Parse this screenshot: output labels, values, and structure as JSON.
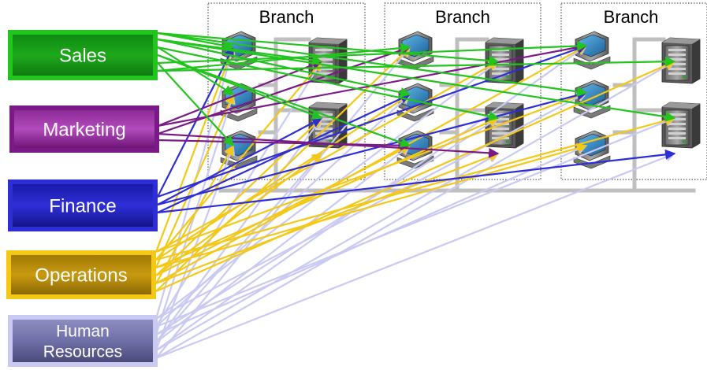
{
  "colors": {
    "sales": "#22c41e",
    "marketing": "#7a1a86",
    "finance": "#2e2ed6",
    "operations": "#f3c816",
    "hr": "#c9c9f2",
    "backbone": "#bfbfbf"
  },
  "departments": [
    {
      "id": "sales",
      "label": "Sales",
      "color_key": "sales"
    },
    {
      "id": "marketing",
      "label": "Marketing",
      "color_key": "marketing"
    },
    {
      "id": "finance",
      "label": "Finance",
      "color_key": "finance"
    },
    {
      "id": "operations",
      "label": "Operations",
      "color_key": "operations"
    },
    {
      "id": "hr",
      "label": "Human\nResources",
      "color_key": "hr"
    }
  ],
  "branches": [
    {
      "label": "Branch"
    },
    {
      "label": "Branch"
    },
    {
      "label": "Branch"
    }
  ],
  "icons": {
    "workstation": "desktop-computer-icon",
    "server": "tower-server-icon"
  }
}
